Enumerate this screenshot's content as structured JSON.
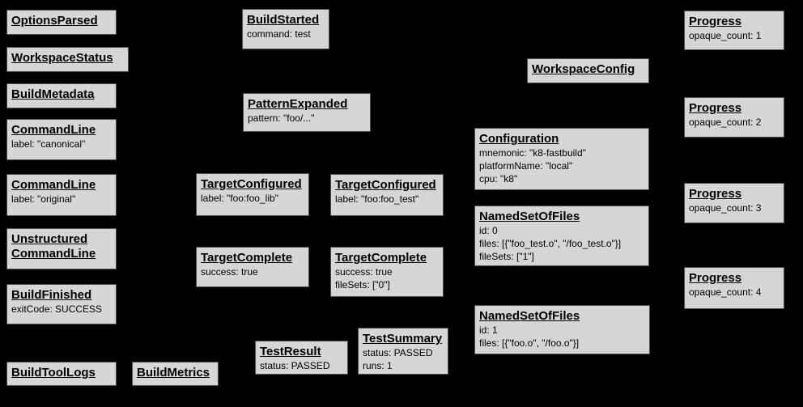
{
  "colors": {
    "background": "#000000",
    "node_fill": "#d6d6d6",
    "node_border": "#4d4d4d",
    "text": "#000000"
  },
  "nodes": {
    "options_parsed": {
      "title": "OptionsParsed"
    },
    "workspace_status": {
      "title": "WorkspaceStatus"
    },
    "build_metadata": {
      "title": "BuildMetadata"
    },
    "command_line_canonical": {
      "title": "CommandLine",
      "lines": [
        "label: \"canonical\""
      ]
    },
    "command_line_original": {
      "title": "CommandLine",
      "lines": [
        "label: \"original\""
      ]
    },
    "unstructured_command_line": {
      "title": "Unstructured CommandLine"
    },
    "build_finished": {
      "title": "BuildFinished",
      "lines": [
        "exitCode: SUCCESS"
      ]
    },
    "build_tool_logs": {
      "title": "BuildToolLogs"
    },
    "build_metrics": {
      "title": "BuildMetrics"
    },
    "build_started": {
      "title": "BuildStarted",
      "lines": [
        "command: test"
      ]
    },
    "pattern_expanded": {
      "title": "PatternExpanded",
      "lines": [
        "pattern: \"foo/...\""
      ]
    },
    "target_configured_lib": {
      "title": "TargetConfigured",
      "lines": [
        "label: \"foo:foo_lib\""
      ]
    },
    "target_configured_test": {
      "title": "TargetConfigured",
      "lines": [
        "label: \"foo:foo_test\""
      ]
    },
    "target_complete_lib": {
      "title": "TargetComplete",
      "lines": [
        "success: true"
      ]
    },
    "target_complete_test": {
      "title": "TargetComplete",
      "lines": [
        "success: true",
        "fileSets: [\"0\"]"
      ]
    },
    "test_result": {
      "title": "TestResult",
      "lines": [
        "status: PASSED"
      ]
    },
    "test_summary": {
      "title": "TestSummary",
      "lines": [
        "status: PASSED",
        "runs: 1"
      ]
    },
    "workspace_config": {
      "title": "WorkspaceConfig"
    },
    "configuration": {
      "title": "Configuration",
      "lines": [
        "mnemonic: \"k8-fastbuild\"",
        "platformName: \"local\"",
        "cpu: \"k8\""
      ]
    },
    "named_set_of_files_0": {
      "title": "NamedSetOfFiles",
      "lines": [
        "id: 0",
        "files: [{\"foo_test.o\", \"/foo_test.o\"}]",
        "fileSets: [\"1\"]"
      ]
    },
    "named_set_of_files_1": {
      "title": "NamedSetOfFiles",
      "lines": [
        "id: 1",
        "files: [{\"foo.o\", \"/foo.o\"}]"
      ]
    },
    "progress_1": {
      "title": "Progress",
      "lines": [
        "opaque_count: 1"
      ]
    },
    "progress_2": {
      "title": "Progress",
      "lines": [
        "opaque_count: 2"
      ]
    },
    "progress_3": {
      "title": "Progress",
      "lines": [
        "opaque_count: 3"
      ]
    },
    "progress_4": {
      "title": "Progress",
      "lines": [
        "opaque_count: 4"
      ]
    }
  }
}
